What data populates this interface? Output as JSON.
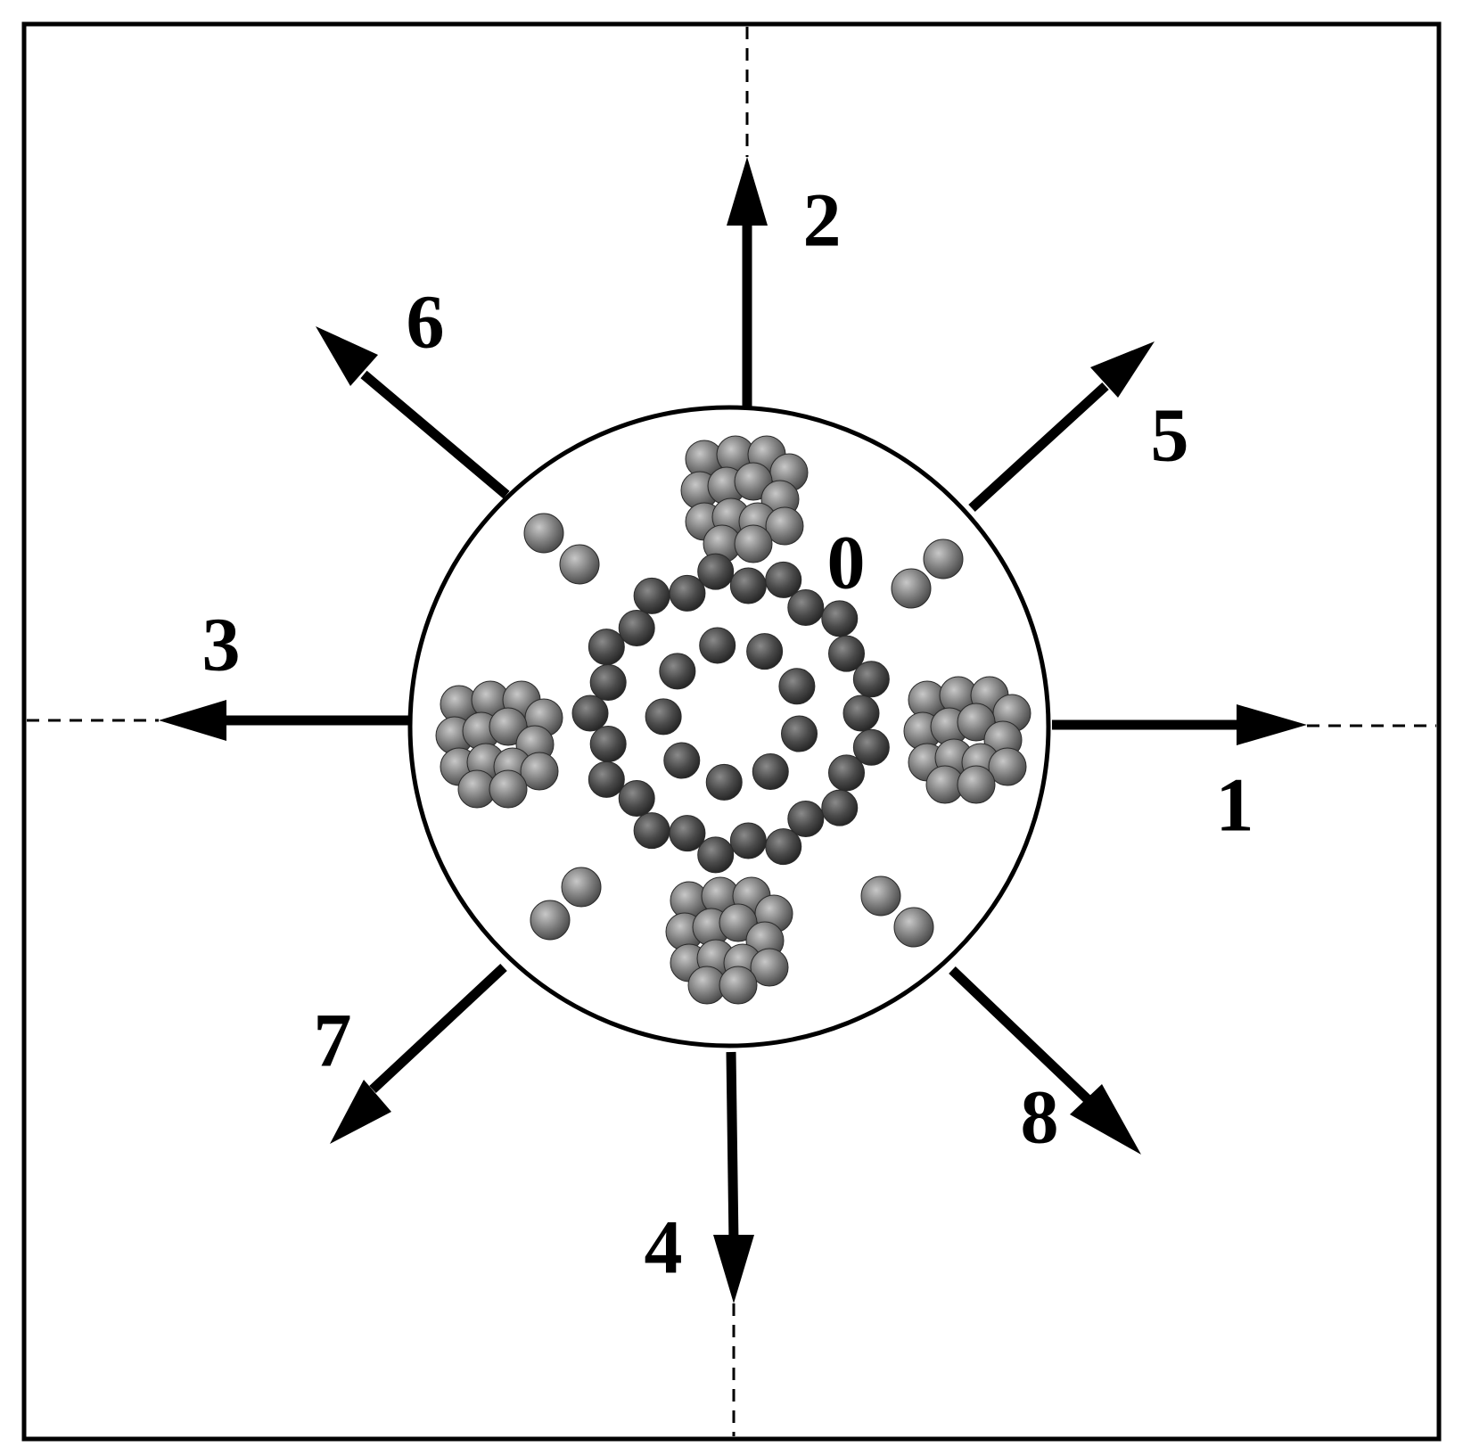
{
  "diagram": {
    "center_label": "0",
    "directions": [
      {
        "id": "1",
        "label": "1",
        "heading": "right"
      },
      {
        "id": "2",
        "label": "2",
        "heading": "up"
      },
      {
        "id": "3",
        "label": "3",
        "heading": "left"
      },
      {
        "id": "4",
        "label": "4",
        "heading": "down"
      },
      {
        "id": "5",
        "label": "5",
        "heading": "up-right"
      },
      {
        "id": "6",
        "label": "6",
        "heading": "up-left"
      },
      {
        "id": "7",
        "label": "7",
        "heading": "down-left"
      },
      {
        "id": "8",
        "label": "8",
        "heading": "down-right"
      }
    ],
    "colors": {
      "line": "#000000",
      "background": "#ffffff",
      "sphere_light": "#9a9a9a",
      "sphere_dark": "#3a3a3a",
      "sphere_mid": "#6b6b6b"
    }
  }
}
